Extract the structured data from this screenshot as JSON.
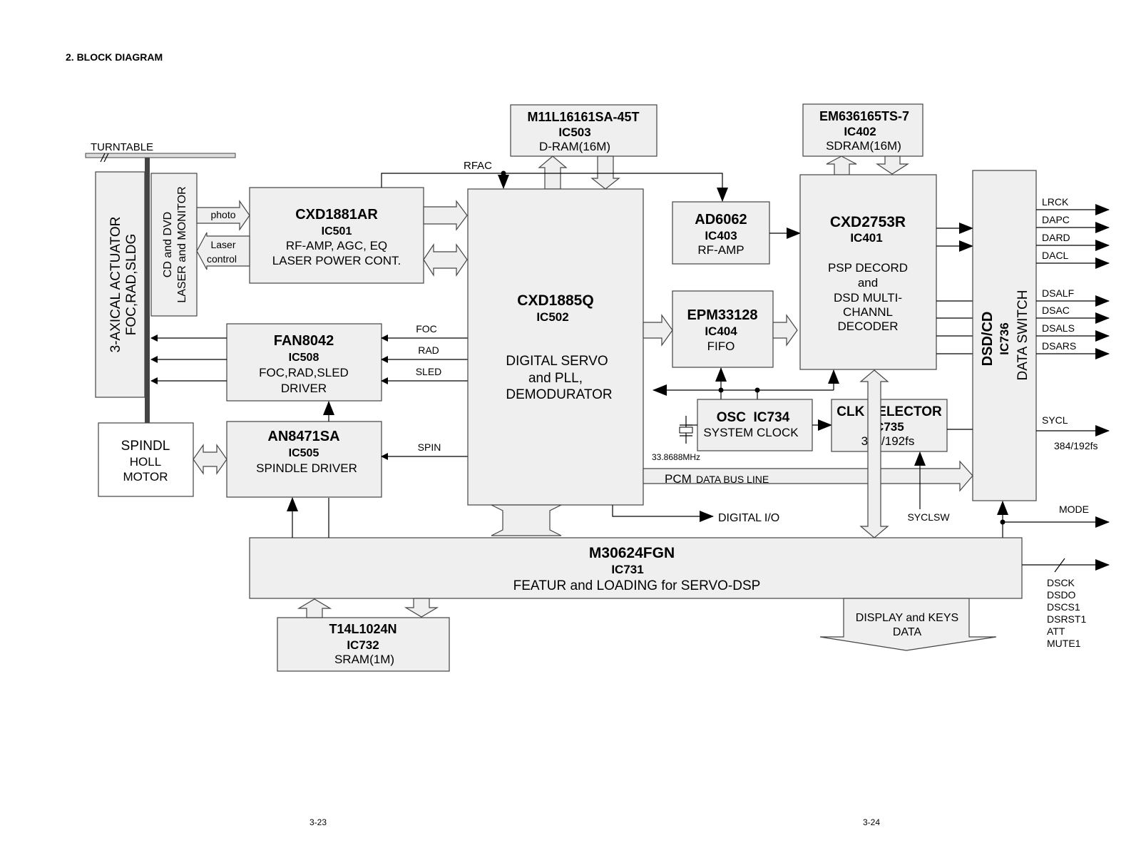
{
  "page": {
    "title": "2.  BLOCK DIAGRAM",
    "page_left": "3-23",
    "page_right": "3-24"
  },
  "turntable": {
    "label": "TURNTABLE"
  },
  "actuator": {
    "line1": "3-AXICAL ACTUATOR",
    "line2": "FOC,RAD,SLDG"
  },
  "laser_monitor": {
    "line1": "CD and DVD",
    "line2": "LASER and MONITOR"
  },
  "spindle_motor": {
    "line1": "SPINDL",
    "line2": "HOLL",
    "line3": "MOTOR"
  },
  "ic501": {
    "part": "CXD1881AR",
    "ref": "IC501",
    "line1": "RF-AMP, AGC, EQ",
    "line2": "LASER POWER CONT."
  },
  "ic508": {
    "part": "FAN8042",
    "ref": "IC508",
    "line1": "FOC,RAD,SLED",
    "line2": "DRIVER"
  },
  "ic505": {
    "part": "AN8471SA",
    "ref": "IC505",
    "line1": "SPINDLE DRIVER"
  },
  "ic503": {
    "part": "M11L16161SA-45T",
    "ref": "IC503",
    "line1": "D-RAM(16M)"
  },
  "ic502": {
    "part": "CXD1885Q",
    "ref": "IC502",
    "line1": "DIGITAL SERVO",
    "line2": "and PLL,",
    "line3": "DEMODURATOR"
  },
  "ic403": {
    "part": "AD6062",
    "ref": "IC403",
    "line1": "RF-AMP"
  },
  "ic404": {
    "part": "EPM33128",
    "ref": "IC404",
    "line1": "FIFO"
  },
  "ic402": {
    "part": "EM636165TS-7",
    "ref": "IC402",
    "line1": "SDRAM(16M)"
  },
  "ic401": {
    "part": "CXD2753R",
    "ref": "IC401",
    "line1": "PSP DECORD",
    "line2": "and",
    "line3": "DSD MULTI-",
    "line4": "CHANNL",
    "line5": "DECODER"
  },
  "ic734": {
    "part": "OSC  IC734",
    "line1": "SYSTEM CLOCK",
    "freq": "33.8688MHz"
  },
  "ic735": {
    "part": "CLK SELECTOR",
    "ref": "IC735",
    "line1": "384/192fs"
  },
  "ic736": {
    "line1": "DSD/CD",
    "line2": "IC736",
    "line3": "DATA SWITCH"
  },
  "ic731": {
    "part": "M30624FGN",
    "ref": "IC731",
    "line1": "FEATUR and LOADING for SERVO-DSP"
  },
  "ic732": {
    "part": "T14L1024N",
    "ref": "IC732",
    "line1": "SRAM(1M)"
  },
  "display": {
    "line1": "DISPLAY and KEYS",
    "line2": "DATA"
  },
  "signals": {
    "photo": "photo",
    "laser": "Laser",
    "control": "control",
    "rfac": "RFAC",
    "foc": "FOC",
    "rad": "RAD",
    "sled": "SLED",
    "spin": "SPIN",
    "pcm": "PCM",
    "data_bus": "DATA BUS LINE",
    "digital_io": "DIGITAL I/O",
    "syclsw": "SYCLSW",
    "sycl": "SYCL",
    "sycl_freq": "384/192fs",
    "mode": "MODE"
  },
  "outputs": [
    "LRCK",
    "DAPC",
    "DARD",
    "DACL",
    "DSALF",
    "DSAC",
    "DSALS",
    "DSARS"
  ],
  "control_bus": [
    "DSCK",
    "DSDO",
    "DSCS1",
    "DSRST1",
    "ATT",
    "MUTE1"
  ]
}
